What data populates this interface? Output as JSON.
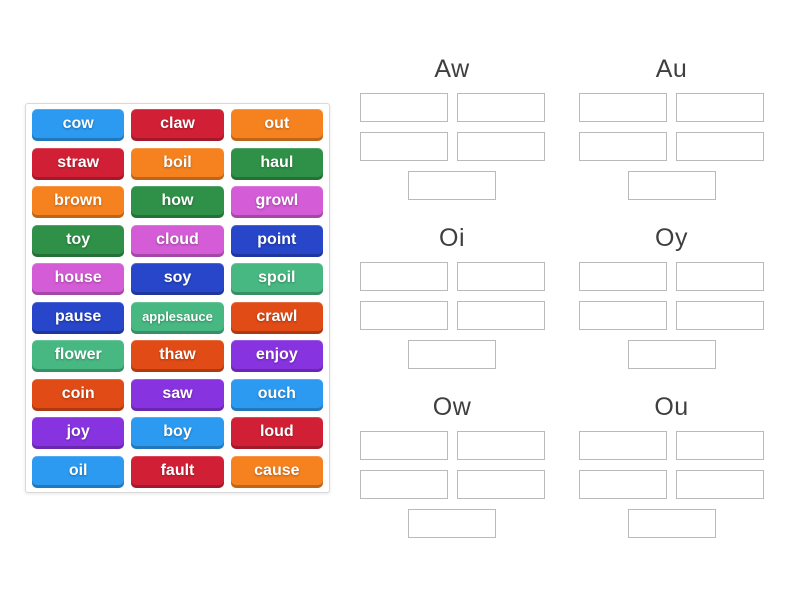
{
  "page": {
    "background": "#ffffff"
  },
  "palette": {
    "blue": "#2b9af0",
    "crimson": "#d12035",
    "orange": "#f5821f",
    "green": "#2e9147",
    "orchid": "#d45cd6",
    "royal": "#2746c9",
    "seagreen": "#48b882",
    "orangered": "#e04b16",
    "violet": "#8833e0"
  },
  "word_bank": {
    "tiles": [
      {
        "word": "cow",
        "color": "blue"
      },
      {
        "word": "claw",
        "color": "crimson"
      },
      {
        "word": "out",
        "color": "orange"
      },
      {
        "word": "straw",
        "color": "crimson"
      },
      {
        "word": "boil",
        "color": "orange"
      },
      {
        "word": "haul",
        "color": "green"
      },
      {
        "word": "brown",
        "color": "orange"
      },
      {
        "word": "how",
        "color": "green"
      },
      {
        "word": "growl",
        "color": "orchid"
      },
      {
        "word": "toy",
        "color": "green"
      },
      {
        "word": "cloud",
        "color": "orchid"
      },
      {
        "word": "point",
        "color": "royal"
      },
      {
        "word": "house",
        "color": "orchid"
      },
      {
        "word": "soy",
        "color": "royal"
      },
      {
        "word": "spoil",
        "color": "seagreen"
      },
      {
        "word": "pause",
        "color": "royal"
      },
      {
        "word": "applesauce",
        "color": "seagreen"
      },
      {
        "word": "crawl",
        "color": "orangered"
      },
      {
        "word": "flower",
        "color": "seagreen"
      },
      {
        "word": "thaw",
        "color": "orangered"
      },
      {
        "word": "enjoy",
        "color": "violet"
      },
      {
        "word": "coin",
        "color": "orangered"
      },
      {
        "word": "saw",
        "color": "violet"
      },
      {
        "word": "ouch",
        "color": "blue"
      },
      {
        "word": "joy",
        "color": "violet"
      },
      {
        "word": "boy",
        "color": "blue"
      },
      {
        "word": "loud",
        "color": "crimson"
      },
      {
        "word": "oil",
        "color": "blue"
      },
      {
        "word": "fault",
        "color": "crimson"
      },
      {
        "word": "cause",
        "color": "orange"
      }
    ]
  },
  "groups": [
    {
      "label": "Aw",
      "empty_slots": 5
    },
    {
      "label": "Au",
      "empty_slots": 5
    },
    {
      "label": "Oi",
      "empty_slots": 5
    },
    {
      "label": "Oy",
      "empty_slots": 5
    },
    {
      "label": "Ow",
      "empty_slots": 5
    },
    {
      "label": "Ou",
      "empty_slots": 5
    }
  ]
}
